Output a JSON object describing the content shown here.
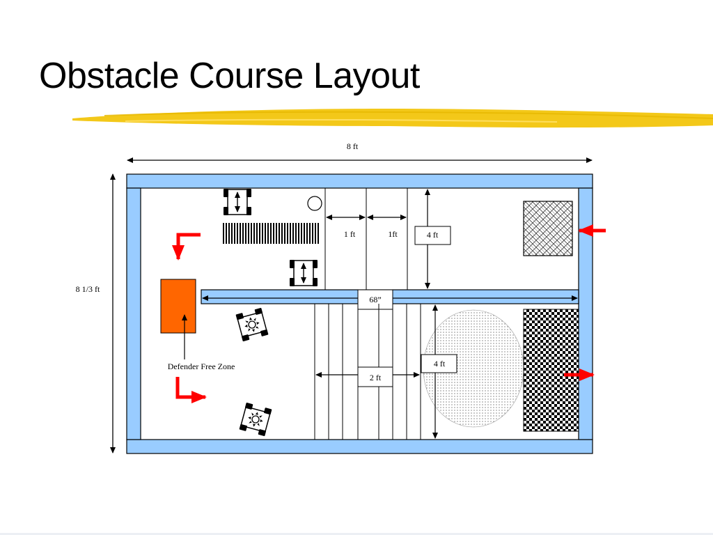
{
  "title": "Obstacle Course Layout",
  "dimensions": {
    "width": "8 ft",
    "height": "8 1/3 ft",
    "lane_1": "1 ft",
    "lane_2": "1ft",
    "upper_right": "4 ft",
    "bar": "68”",
    "ramp": "2 ft",
    "lower_right": "4 ft"
  },
  "labels": {
    "defender_zone": "Defender Free Zone"
  },
  "colors": {
    "wall": "#99ccff",
    "defender_zone": "#ff6600",
    "arrow": "#ff0000",
    "title_underline": "#f2c200"
  },
  "icons": [
    "robot-icon",
    "sun-icon",
    "double-arrow-icon",
    "circle-marker-icon"
  ]
}
